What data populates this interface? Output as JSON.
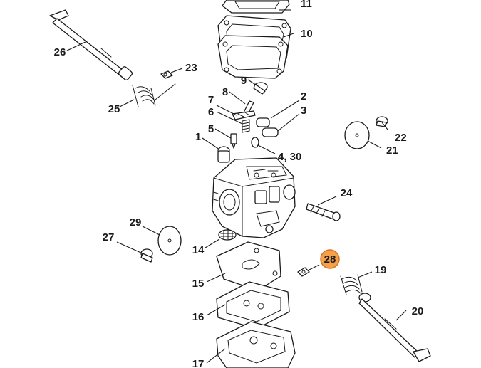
{
  "highlight_color": "#f5a04a",
  "parts": [
    {
      "key": "p1",
      "label": "1"
    },
    {
      "key": "p2",
      "label": "2"
    },
    {
      "key": "p3",
      "label": "3"
    },
    {
      "key": "p430",
      "label": "4, 30"
    },
    {
      "key": "p5",
      "label": "5"
    },
    {
      "key": "p6",
      "label": "6"
    },
    {
      "key": "p7",
      "label": "7"
    },
    {
      "key": "p8",
      "label": "8"
    },
    {
      "key": "p9",
      "label": "9"
    },
    {
      "key": "p10",
      "label": "10"
    },
    {
      "key": "p11",
      "label": "11"
    },
    {
      "key": "p14",
      "label": "14"
    },
    {
      "key": "p15",
      "label": "15"
    },
    {
      "key": "p16",
      "label": "16"
    },
    {
      "key": "p17",
      "label": "17"
    },
    {
      "key": "p19",
      "label": "19"
    },
    {
      "key": "p20",
      "label": "20"
    },
    {
      "key": "p21",
      "label": "21"
    },
    {
      "key": "p22",
      "label": "22"
    },
    {
      "key": "p23",
      "label": "23"
    },
    {
      "key": "p24",
      "label": "24"
    },
    {
      "key": "p25",
      "label": "25"
    },
    {
      "key": "p26",
      "label": "26"
    },
    {
      "key": "p27",
      "label": "27"
    },
    {
      "key": "p28",
      "label": "28",
      "highlighted": true
    },
    {
      "key": "p29",
      "label": "29"
    }
  ]
}
